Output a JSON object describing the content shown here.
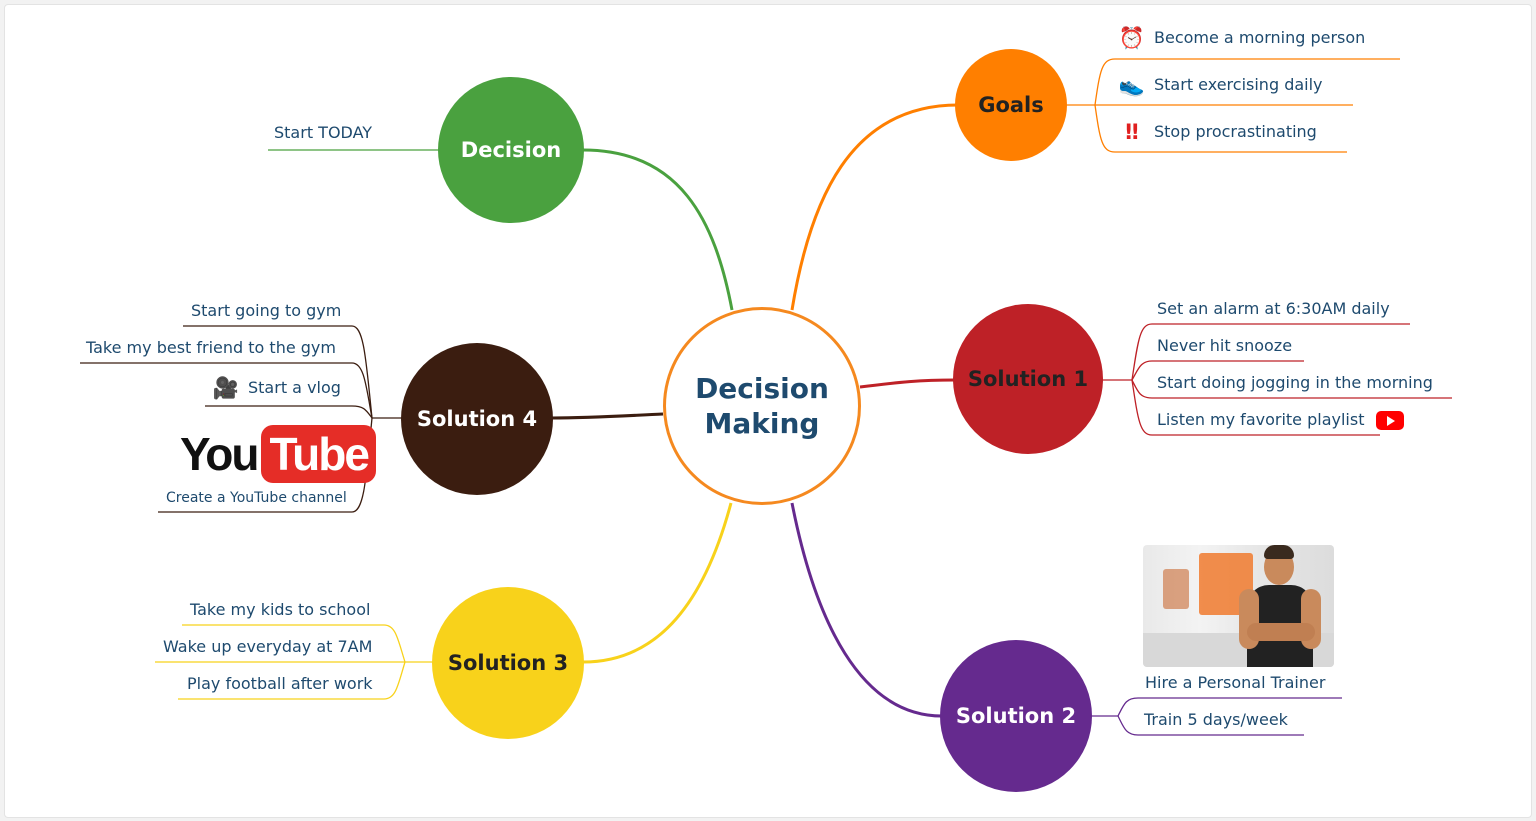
{
  "central": {
    "line1": "Decision",
    "line2": "Making"
  },
  "colors": {
    "goals": "#ff7f00",
    "decision": "#4aa13f",
    "solution1": "#be2127",
    "solution2": "#652a8e",
    "solution3": "#f8d21b",
    "solution4": "#3b1d10",
    "center_border": "#f5891f",
    "text": "#1e4a6e"
  },
  "goals": {
    "label": "Goals",
    "items": [
      {
        "icon": "alarm-clock-icon",
        "text": "Become a morning person"
      },
      {
        "icon": "running-shoe-icon",
        "text": "Start exercising daily"
      },
      {
        "icon": "double-exclamation-icon",
        "text": "Stop procrastinating"
      }
    ]
  },
  "decision": {
    "label": "Decision",
    "items": [
      {
        "text": "Start TODAY"
      }
    ]
  },
  "solution1": {
    "label": "Solution 1",
    "items": [
      {
        "text": "Set an alarm at 6:30AM daily"
      },
      {
        "text": "Never hit snooze"
      },
      {
        "text": "Start doing jogging in the morning"
      },
      {
        "text": "Listen my favorite playlist",
        "icon": "youtube-play-icon"
      }
    ]
  },
  "solution2": {
    "label": "Solution 2",
    "items": [
      {
        "text": "Hire a Personal Trainer",
        "image": "personal-trainer-photo"
      },
      {
        "text": "Train 5 days/week"
      }
    ]
  },
  "solution3": {
    "label": "Solution 3",
    "items": [
      {
        "text": "Take my kids to school"
      },
      {
        "text": "Wake up everyday at 7AM"
      },
      {
        "text": "Play football after work"
      }
    ]
  },
  "solution4": {
    "label": "Solution 4",
    "items": [
      {
        "text": "Start going to gym"
      },
      {
        "text": "Take my best friend to the gym"
      },
      {
        "text": "Start a vlog",
        "icon": "film-projector-icon"
      },
      {
        "text": "Create a YouTube channel",
        "image": "youtube-logo"
      }
    ]
  },
  "youtube_logo": {
    "you": "You",
    "tube": "Tube"
  }
}
